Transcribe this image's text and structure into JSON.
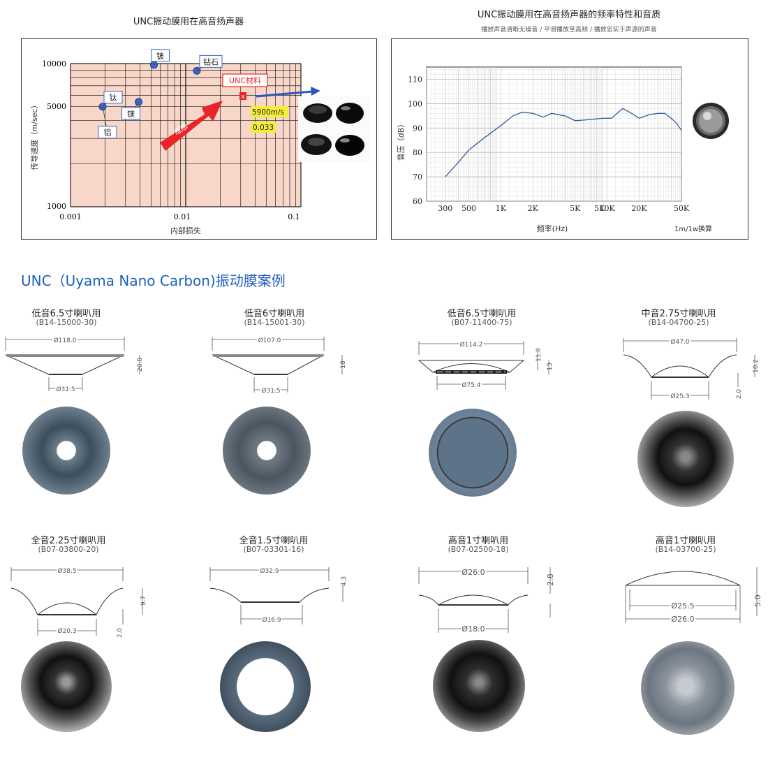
{
  "left_chart": {
    "title": "UNC振动膜用在高音扬声器",
    "y_ticks": [
      "10000",
      "5000",
      "1000"
    ],
    "x_ticks": [
      "0.001",
      "0.01",
      "0.1"
    ],
    "xlabel": "内部损失",
    "ylabel": "传导速度（m/sec）",
    "points": [
      {
        "label": "铍"
      },
      {
        "label": "钻石"
      },
      {
        "label": "钛"
      },
      {
        "label": "铝"
      },
      {
        "label": "镁"
      }
    ],
    "unc_label": "UNC材料",
    "unc_marker": "x",
    "unc_speed": "5900m/s",
    "unc_loss": "0.033",
    "arrow_label": "理想"
  },
  "right_chart": {
    "title": "UNC振动膜用在高音扬声器的频率特性和音质",
    "subtitle": "播放声音清晰无噪音 / 平滑播放至高频 / 播放忠实于声源的声音",
    "y_ticks": [
      "110",
      "100",
      "90",
      "80",
      "70",
      "60"
    ],
    "x_ticks": [
      "300",
      "500",
      "1K",
      "2K",
      "5K",
      "5K",
      "10K",
      "20K",
      "50K"
    ],
    "ylabel": "音压（dB）",
    "xlabel": "频率(Hz)",
    "note": "1m/1w换算"
  },
  "chart_data": [
    {
      "type": "scatter",
      "title": "UNC振动膜用在高音扬声器",
      "xlabel": "内部损失",
      "ylabel": "传导速度（m/sec）",
      "x_scale": "log",
      "y_scale": "log",
      "xlim": [
        0.001,
        0.1
      ],
      "ylim": [
        1000,
        10000
      ],
      "points": [
        {
          "name": "铍",
          "x": 0.0053,
          "y": 9800
        },
        {
          "name": "钻石",
          "x": 0.0125,
          "y": 8900
        },
        {
          "name": "钛",
          "x": 0.0019,
          "y": 5000
        },
        {
          "name": "镁",
          "x": 0.0039,
          "y": 5400
        },
        {
          "name": "UNC材料",
          "x": 0.033,
          "y": 5900
        }
      ],
      "grid": true
    },
    {
      "type": "line",
      "title": "UNC振动膜用在高音扬声器的频率特性和音质",
      "xlabel": "频率(Hz)",
      "ylabel": "音压（dB）",
      "x_scale": "log",
      "xlim": [
        200,
        50000
      ],
      "ylim": [
        60,
        115
      ],
      "x": [
        300,
        400,
        500,
        700,
        1000,
        1300,
        1600,
        2000,
        2500,
        3000,
        4000,
        5000,
        7000,
        9000,
        11000,
        12000,
        14000,
        17000,
        20000,
        25000,
        30000,
        35000,
        40000,
        45000,
        50000
      ],
      "y": [
        70,
        76,
        81,
        86,
        91,
        95,
        96.5,
        96,
        94.5,
        96,
        95,
        93,
        93.5,
        94,
        94,
        95.5,
        98,
        96,
        94,
        95.5,
        96,
        96,
        94,
        92,
        89
      ],
      "grid": true
    }
  ],
  "section_title": "UNC（Uyama Nano Carbon)振动膜案例",
  "cases": [
    {
      "title": "低音6.5寸喇叭用",
      "code": "(B14-15000-30)",
      "dims": [
        "Ø118.0",
        "Ø31.5",
        "20.0"
      ]
    },
    {
      "title": "低音6寸喇叭用",
      "code": "(B14-15001-30)",
      "dims": [
        "Ø107.0",
        "Ø31.5",
        "18"
      ]
    },
    {
      "title": "低音6.5寸喇叭用",
      "code": "(B07-11400-75)",
      "dims": [
        "Ø114.2",
        "Ø75.4",
        "11.0",
        "13"
      ]
    },
    {
      "title": "中音2.75寸喇叭用",
      "code": "(B14-04700-25)",
      "dims": [
        "Ø47.0",
        "Ø25.3",
        "10.2",
        "2.0"
      ]
    },
    {
      "title": "全音2.25寸喇叭用",
      "code": "(B07-03800-20)",
      "dims": [
        "Ø38.5",
        "Ø20.3",
        "9.7",
        "2.0"
      ]
    },
    {
      "title": "全音1.5寸喇叭用",
      "code": "(B07-03301-16)",
      "dims": [
        "Ø32.9",
        "Ø16.9",
        "4.3"
      ]
    },
    {
      "title": "高音1寸喇叭用",
      "code": "(B07-02500-18)",
      "dims": [
        "Ø26.0",
        "Ø18.0",
        "2.8"
      ]
    },
    {
      "title": "高音1寸喇叭用",
      "code": "(B14-03700-25)",
      "dims": [
        "Ø25.5",
        "Ø26.0",
        "5.0"
      ]
    }
  ],
  "colors": {
    "accent_blue": "#1f5fbf",
    "chart_bg": "#f8d6c8",
    "point_blue": "#3a66c4",
    "ideal_arrow": "#e8262a",
    "unc_highlight": "#f2ef3a",
    "curve": "#2f5f9e"
  }
}
